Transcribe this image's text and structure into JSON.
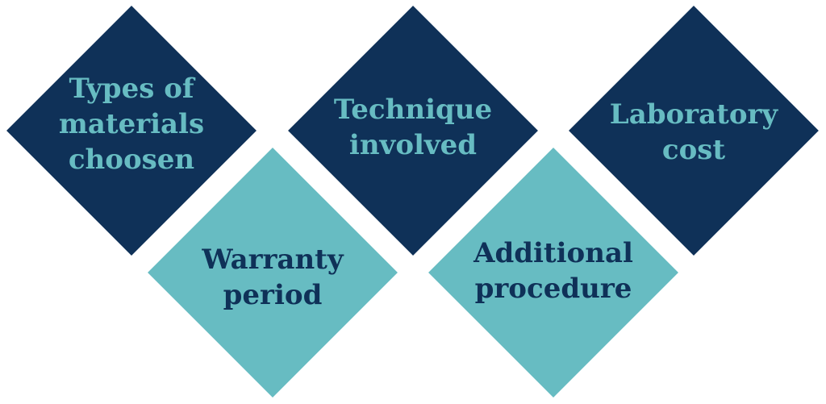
{
  "colors": {
    "dark": "#0f3158",
    "light": "#67bcc2"
  },
  "factors": [
    {
      "id": "types-of-materials",
      "lines": [
        "Types of",
        "materials",
        "choosen"
      ],
      "tone": "dark"
    },
    {
      "id": "warranty-period",
      "lines": [
        "Warranty",
        "period"
      ],
      "tone": "light"
    },
    {
      "id": "technique-involved",
      "lines": [
        "Technique",
        "involved"
      ],
      "tone": "dark"
    },
    {
      "id": "additional-procedure",
      "lines": [
        "Additional",
        "procedure"
      ],
      "tone": "light"
    },
    {
      "id": "laboratory-cost",
      "lines": [
        "Laboratory",
        "cost"
      ],
      "tone": "dark"
    }
  ]
}
